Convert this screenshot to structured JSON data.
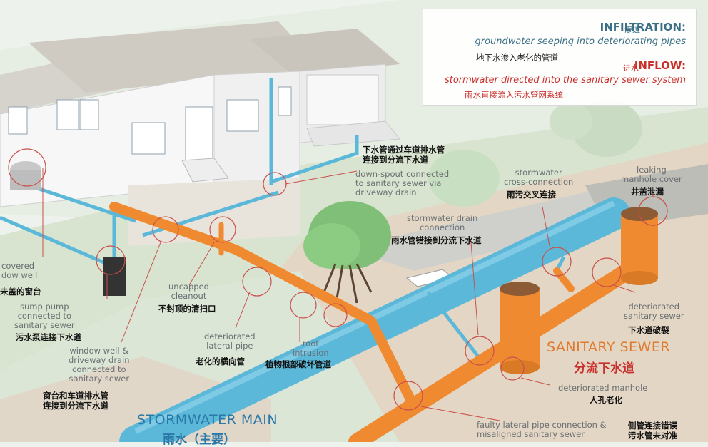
{
  "legend": {
    "infiltration_cn": "渗透",
    "infiltration_title": "INFILTRATION:",
    "infiltration_desc": "groundwater seeping into deteriorating pipes",
    "infiltration_desc_cn": "地下水渗入老化的管道",
    "inflow_cn": "进水",
    "inflow_title": "INFLOW:",
    "inflow_desc": "stormwater directed into the sanitary sewer system",
    "inflow_desc_cn": "雨水直接流入污水管网系统",
    "infiltration_color": "#3a6f86",
    "inflow_color": "#c9302c"
  },
  "colors": {
    "storm_pipe": "#5cb8d9",
    "sewer_pipe": "#f08a30",
    "callout": "#c9504b"
  },
  "labels": {
    "covered_window_well": "covered\ndow well",
    "covered_window_well_cn": "未盖的窗台",
    "sump_pump": "sump pump\nconnected to\nsanitary sewer",
    "sump_pump_cn": "污水泵连接下水道",
    "window_well_drain": "window well &\ndriveway drain\nconnected to\nsanitary sewer",
    "window_well_drain_cn": "窗台和车道排水管\n连接到分流下水道",
    "uncapped_cleanout": "uncapped\ncleanout",
    "uncapped_cleanout_cn": "不封顶的清扫口",
    "deteriorated_lateral": "deteriorated\nlateral pipe",
    "deteriorated_lateral_cn": "老化的横向管",
    "root_intrusion": "root\nintrusion",
    "root_intrusion_cn": "植物根部破坏管道",
    "downspout_cn": "下水管通过车道排水管\n连接到分流下水道",
    "downspout": "down-spout connected\nto sanitary sewer via\ndriveway drain",
    "stormwater_drain": "stormwater drain\nconnection",
    "stormwater_drain_cn": "雨水管错接到分流下水道",
    "stormwater_cross": "stormwater\ncross-connection",
    "stormwater_cross_cn": "雨污交叉连接",
    "leaking_manhole": "leaking\nmanhole cover",
    "leaking_manhole_cn": "井盖泄漏",
    "deteriorated_sanitary": "deteriorated\nsanitary sewer",
    "deteriorated_sanitary_cn": "下水道破裂",
    "deteriorated_manhole": "deteriorated manhole",
    "deteriorated_manhole_cn": "人孔老化",
    "faulty_lateral": "faulty lateral pipe connection &\nmisaligned sanitary sewer",
    "faulty_lateral_cn": "侧管连接错误\n污水管未对准"
  },
  "titles": {
    "sanitary_sewer": "SANITARY SEWER",
    "sanitary_sewer_cn": "分流下水道",
    "stormwater_main": "STORMWATER MAIN",
    "stormwater_main_cn": "雨水（主要）"
  }
}
